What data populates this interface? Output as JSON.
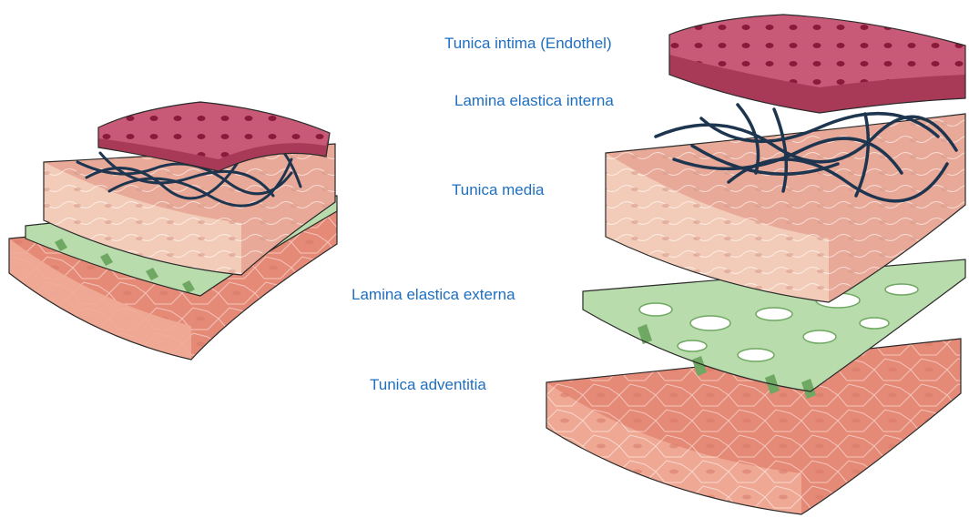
{
  "labels": {
    "tunica_intima": "Tunica intima (Endothel)",
    "lamina_elastica_interna": "Lamina elastica interna",
    "tunica_media": "Tunica media",
    "lamina_elastica_externa": "Lamina elastica externa",
    "tunica_adventitia": "Tunica adventitia"
  },
  "colors": {
    "label_text": "#1f6fc0",
    "intima_top": "#c85a78",
    "intima_side": "#a83a58",
    "intima_nuclei": "#8a1a3a",
    "elastic_interna": "#1e3550",
    "media_top": "#f3cdbb",
    "media_side": "#e8a998",
    "elastic_externa_top": "#b8dcab",
    "elastic_externa_side": "#6fa862",
    "adventitia_top": "#f0ab98",
    "adventitia_side": "#e58a76",
    "outline": "#2a2a2a"
  }
}
